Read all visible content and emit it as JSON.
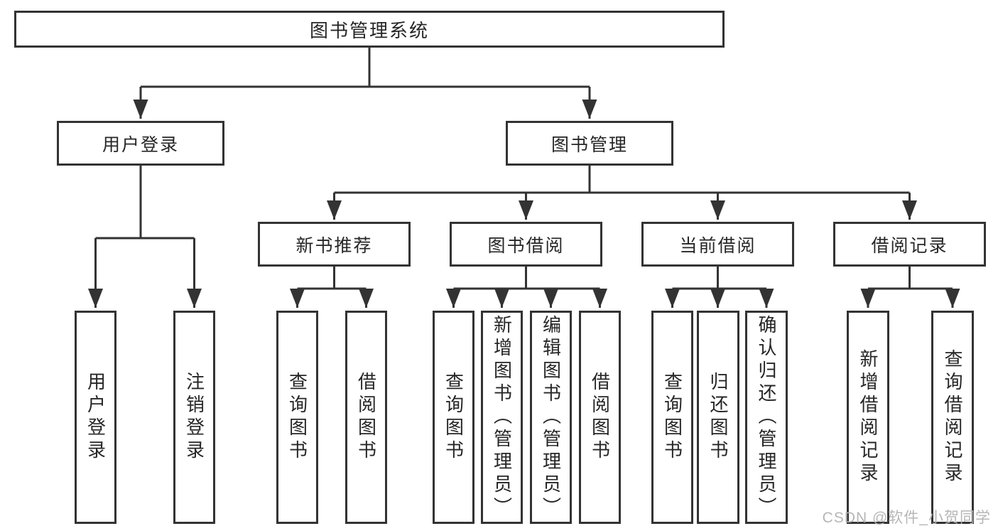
{
  "tree": {
    "label": "图书管理系统",
    "children": [
      {
        "label": "用户登录",
        "children": [
          {
            "label": "用户登录"
          },
          {
            "label": "注销登录"
          }
        ]
      },
      {
        "label": "图书管理",
        "children": [
          {
            "label": "新书推荐",
            "children": [
              {
                "label": "查询图书"
              },
              {
                "label": "借阅图书"
              }
            ]
          },
          {
            "label": "图书借阅",
            "children": [
              {
                "label": "查询图书"
              },
              {
                "label": "新增图书（管理员）"
              },
              {
                "label": "编辑图书（管理员）"
              },
              {
                "label": "借阅图书"
              }
            ]
          },
          {
            "label": "当前借阅",
            "children": [
              {
                "label": "查询图书"
              },
              {
                "label": "归还图书"
              },
              {
                "label": "确认归还（管理员）"
              }
            ]
          },
          {
            "label": "借阅记录",
            "children": [
              {
                "label": "新增借阅记录"
              },
              {
                "label": "查询借阅记录"
              }
            ]
          }
        ]
      }
    ]
  },
  "watermark": {
    "text": "CSDN @软件_小贺同学",
    "color": "#b2b2b2"
  },
  "colors": {
    "line": "#333333",
    "text": "#262626",
    "box_background": "#ffffff"
  }
}
